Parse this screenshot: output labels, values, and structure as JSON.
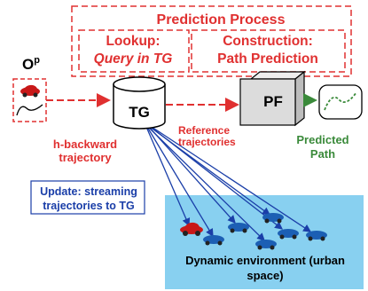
{
  "process": {
    "title": "Prediction Process",
    "lookup_label": "Lookup:",
    "lookup_sub": "Query in TG",
    "construction_label": "Construction:",
    "construction_sub": "Path Prediction"
  },
  "nodes": {
    "object_label": "O",
    "object_superscript": "p",
    "tg_label": "TG",
    "pf_label": "PF"
  },
  "edges": {
    "h_backward": "h-backward trajectory",
    "reference": "Reference trajectories",
    "predicted": "Predicted Path"
  },
  "update_box": {
    "text": "Update: streaming trajectories to TG"
  },
  "environment": {
    "label": "Dynamic  environment (urban space)"
  },
  "colors": {
    "process": "#e03030",
    "predicted": "#3a8a3a",
    "update": "#1a3ea8",
    "environment_bg": "#88d0f0",
    "pf_box": "#dcdcdc"
  }
}
